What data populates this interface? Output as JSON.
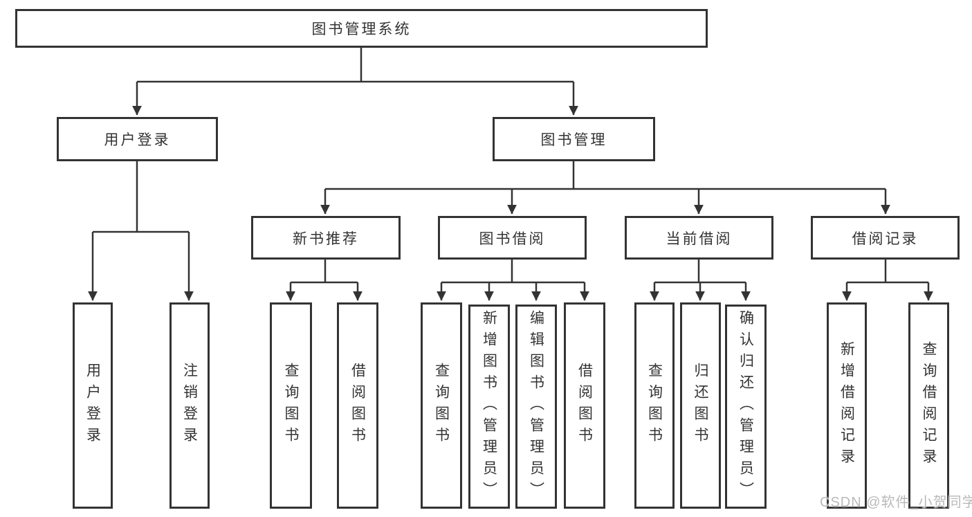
{
  "colors": {
    "line": "#333333",
    "border": "#333333",
    "text": "#333333",
    "watermark": "#b9b9b9",
    "background": "#ffffff"
  },
  "watermark": "CSDN @软件_小贺同学",
  "tree": {
    "root": "图书管理系统",
    "user": {
      "label": "用户登录",
      "children": [
        "用户登录",
        "注销登录"
      ]
    },
    "book": {
      "label": "图书管理",
      "sections": [
        {
          "label": "新书推荐",
          "children": [
            "查询图书",
            "借阅图书"
          ]
        },
        {
          "label": "图书借阅",
          "children": [
            "查询图书",
            "新增图书（管理员）",
            "编辑图书（管理员）",
            "借阅图书"
          ]
        },
        {
          "label": "当前借阅",
          "children": [
            "查询图书",
            "归还图书",
            "确认归还（管理员）"
          ]
        },
        {
          "label": "借阅记录",
          "children": [
            "新增借阅记录",
            "查询借阅记录"
          ]
        }
      ]
    }
  }
}
